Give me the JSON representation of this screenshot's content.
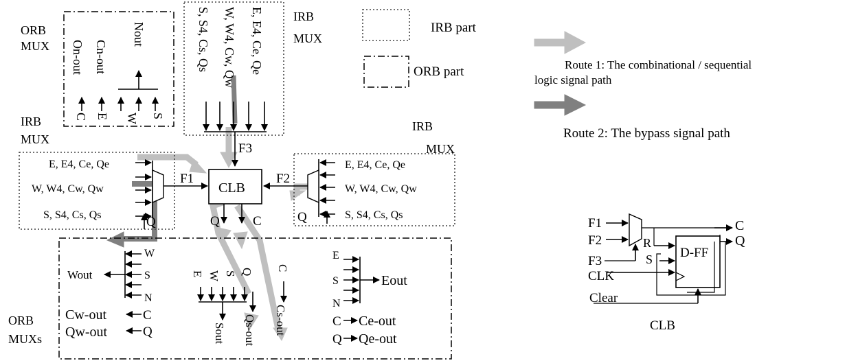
{
  "legend": {
    "irb_part": "IRB part",
    "orb_part": "ORB part",
    "route1_text_line1": "Route 1: The combinational / sequential",
    "route1_text_line2": "logic signal path",
    "route2_text": "Route 2: The bypass signal path",
    "route1_color": "#bfbfbf",
    "route2_color": "#808080"
  },
  "top_orb": {
    "title_line1": "ORB",
    "title_line2": "MUX",
    "outputs": [
      "On-out",
      "Cn-out",
      "Nout"
    ],
    "inputs": [
      "C",
      "E",
      "W",
      "S"
    ]
  },
  "top_irb": {
    "title_line1": "IRB",
    "title_line2": "MUX",
    "inputs": [
      "E, E4, Ce, Qe",
      "W, W4, Cw, Qw",
      "S, S4, Cs, Qs"
    ],
    "output": "F3"
  },
  "left_irb": {
    "title_line1": "IRB",
    "title_line2": "MUX",
    "inputs": [
      "E, E4, Ce, Qe",
      "W, W4, Cw, Qw",
      "S, S4, Cs, Qs"
    ],
    "feedback": "Q",
    "output": "F1"
  },
  "right_irb": {
    "title_line1": "IRB",
    "title_line2": "MUX",
    "inputs": [
      "E, E4, Ce, Qe",
      "W, W4, Cw, Qw",
      "S, S4, Cs, Qs"
    ],
    "feedback": "Q",
    "output": "F2"
  },
  "clb": {
    "label": "CLB",
    "out_q": "Q",
    "out_c": "C"
  },
  "bottom_orb": {
    "title_line1": "ORB",
    "title_line2": "MUXs",
    "west_inputs": [
      "W",
      "S",
      "N"
    ],
    "west_output": "Wout",
    "cw": [
      "C",
      "Cw-out"
    ],
    "qw": [
      "Q",
      "Qw-out"
    ],
    "south_inputs": [
      "E",
      "W",
      "S",
      "Q",
      "C"
    ],
    "south_output": "Sout",
    "qs_output": "Qs-out",
    "cs_output": "Cs-out",
    "east_inputs": [
      "E",
      "S",
      "N"
    ],
    "east_output": "Eout",
    "ce": [
      "C",
      "Ce-out"
    ],
    "qe": [
      "Q",
      "Qe-out"
    ]
  },
  "clb_detail": {
    "inputs": [
      "F1",
      "F2",
      "F3",
      "CLK",
      "Clear"
    ],
    "ff_label": "D-FF",
    "r_label": "R",
    "s_label": "S",
    "out_c": "C",
    "out_q": "Q",
    "caption": "CLB"
  }
}
